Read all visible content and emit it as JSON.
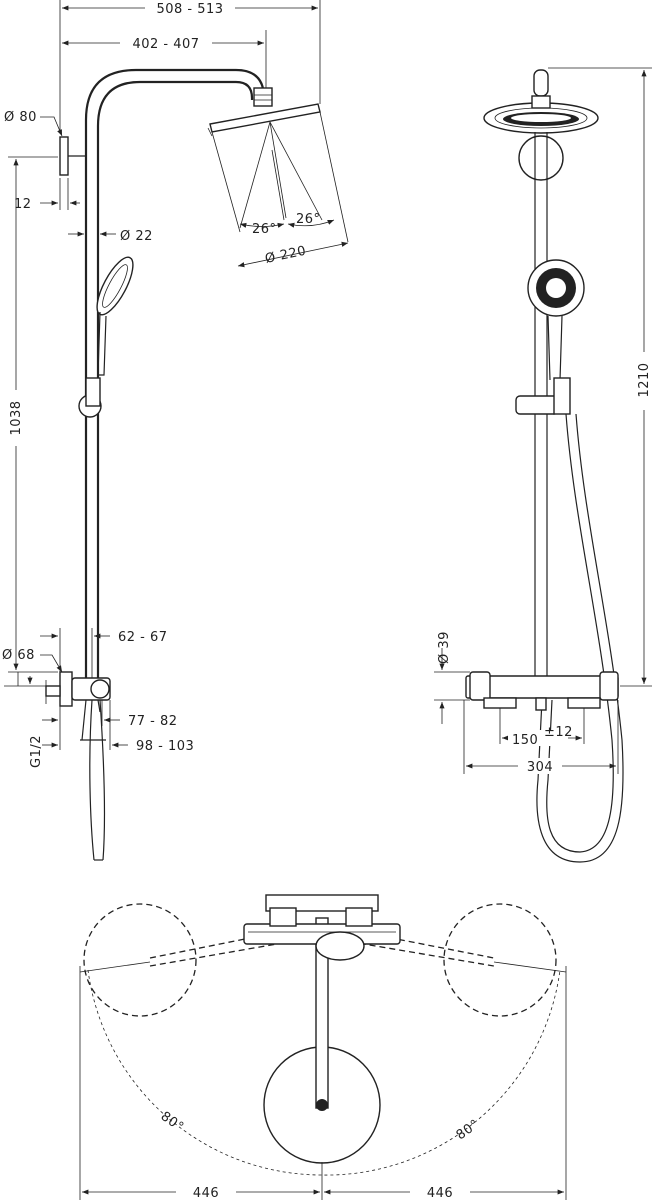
{
  "side_view": {
    "dim_overall_width": "508 - 513",
    "dim_arm_length": "402 - 407",
    "dim_wall_plate_dia": "Ø 80",
    "dim_wall_offset": "12",
    "dim_pipe_dia": "Ø 22",
    "dim_spray_angle_left": "26°",
    "dim_spray_angle_right": "26°",
    "dim_head_dia": "Ø 220",
    "dim_height_pipe": "1038",
    "dim_mixer_depth": "62 - 67",
    "dim_escutcheon_dia": "Ø 68",
    "dim_thread": "G1/2",
    "dim_projection_1": "77 - 82",
    "dim_projection_2": "98 - 103"
  },
  "front_view": {
    "dim_total_height": "1210",
    "dim_mixer_dia": "Ø 39",
    "dim_centres": "150",
    "dim_tolerance": "±12",
    "dim_mixer_width": "304"
  },
  "top_view": {
    "angle_left": "80°",
    "angle_right": "80°",
    "reach_left": "446",
    "reach_right": "446"
  }
}
